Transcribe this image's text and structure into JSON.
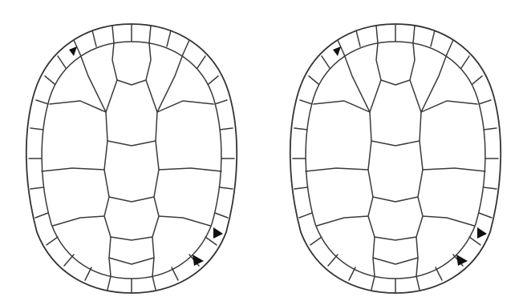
{
  "figure": {
    "panels": [
      {
        "id": "left",
        "markers": 3
      },
      {
        "id": "right",
        "markers": 3
      }
    ],
    "colors": {
      "background": "#ffffff",
      "stroke": "#3a3a3a",
      "marker": "#111111"
    },
    "icons": [
      "turtle-carapace-diagram",
      "notch-marker-triangle"
    ]
  }
}
